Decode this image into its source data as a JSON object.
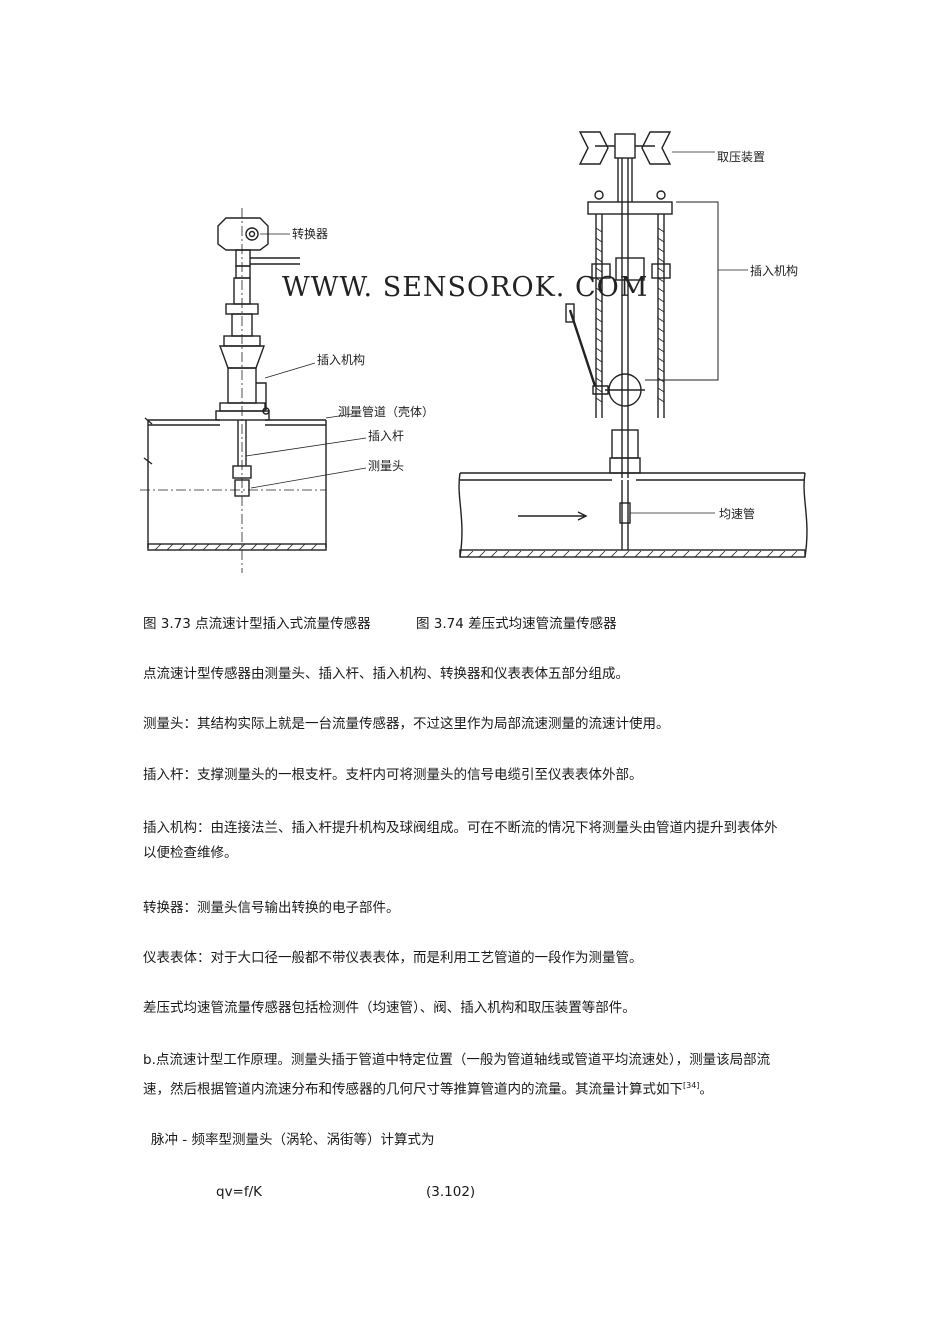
{
  "figure": {
    "watermark": "WWW. SENSOROK. COM",
    "left_labels": {
      "converter": "转换器",
      "insertion_mechanism": "插入机构",
      "pipe_shell": "测量管道（壳体）",
      "insertion_rod": "插入杆",
      "measuring_head": "测量头"
    },
    "right_labels": {
      "pressure_device": "取压装置",
      "insertion_mechanism": "插入机构",
      "averaging_tube": "均速管"
    }
  },
  "captions": {
    "fig_373": "图 3.73 点流速计型插入式流量传感器",
    "fig_374": "图 3.74 差压式均速管流量传感器"
  },
  "paragraphs": {
    "p1": "点流速计型传感器由测量头、插入杆、插入机构、转换器和仪表表体五部分组成。",
    "p2": "测量头：其结构实际上就是一台流量传感器，不过这里作为局部流速测量的流速计使用。",
    "p3": "插入杆：支撑测量头的一根支杆。支杆内可将测量头的信号电缆引至仪表表体外部。",
    "p4a": "插入机构：由连接法兰、插入杆提升机构及球阀组成。可在不断流的情况下将测量头由管道内提升到表体外",
    "p4b": "以便检查维修。",
    "p5": "转换器：测量头信号输出转换的电子部件。",
    "p6": "仪表表体：对于大口径一般都不带仪表表体，而是利用工艺管道的一段作为测量管。",
    "p7": "差压式均速管流量传感器包括检测件（均速管）、阀、插入机构和取压装置等部件。",
    "p8a": "b.点流速计型工作原理。测量头插于管道中特定位置（一般为管道轴线或管道平均流速处），测量该局部流",
    "p8b": "速，然后根据管道内流速分布和传感器的几何尺寸等推算管道内的流量。其流量计算式如下",
    "p8_ref": "[34]",
    "p8_end": "。",
    "p9": "脉冲 - 频率型测量头（涡轮、涡街等）计算式为"
  },
  "formula": {
    "expr": "qv=f/K",
    "number": "(3.102)"
  }
}
